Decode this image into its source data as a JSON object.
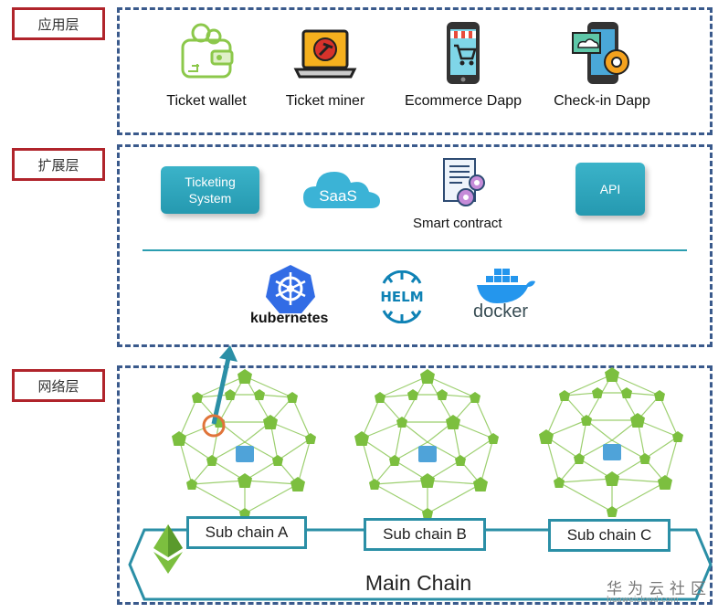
{
  "layers": {
    "application": "应用层",
    "extension": "扩展层",
    "network": "网络层"
  },
  "apps": [
    {
      "label": "Ticket wallet",
      "icon": "wallet-circuit-icon"
    },
    {
      "label": "Ticket miner",
      "icon": "laptop-mining-icon"
    },
    {
      "label": "Ecommerce Dapp",
      "icon": "phone-shopping-cart-icon"
    },
    {
      "label": "Check-in Dapp",
      "icon": "phone-cloud-gear-icon"
    }
  ],
  "extension": {
    "ticketing_line1": "Ticketing",
    "ticketing_line2": "System",
    "saas": "SaaS",
    "smart_contract": "Smart contract",
    "api": "API",
    "kubernetes": "kubernetes",
    "helm": "HELM",
    "docker": "docker"
  },
  "network": {
    "sub_chains": [
      "Sub chain A",
      "Sub chain B",
      "Sub chain C"
    ],
    "main_chain": "Main Chain"
  },
  "watermark": {
    "text": "华为云社区",
    "url": "huaweicloud.com"
  },
  "colors": {
    "teal": "#2b9db0",
    "label_border": "#b0242b",
    "panel_border": "#3a5a8c",
    "node_green": "#7cbf3f",
    "highlight": "#e0743a"
  }
}
